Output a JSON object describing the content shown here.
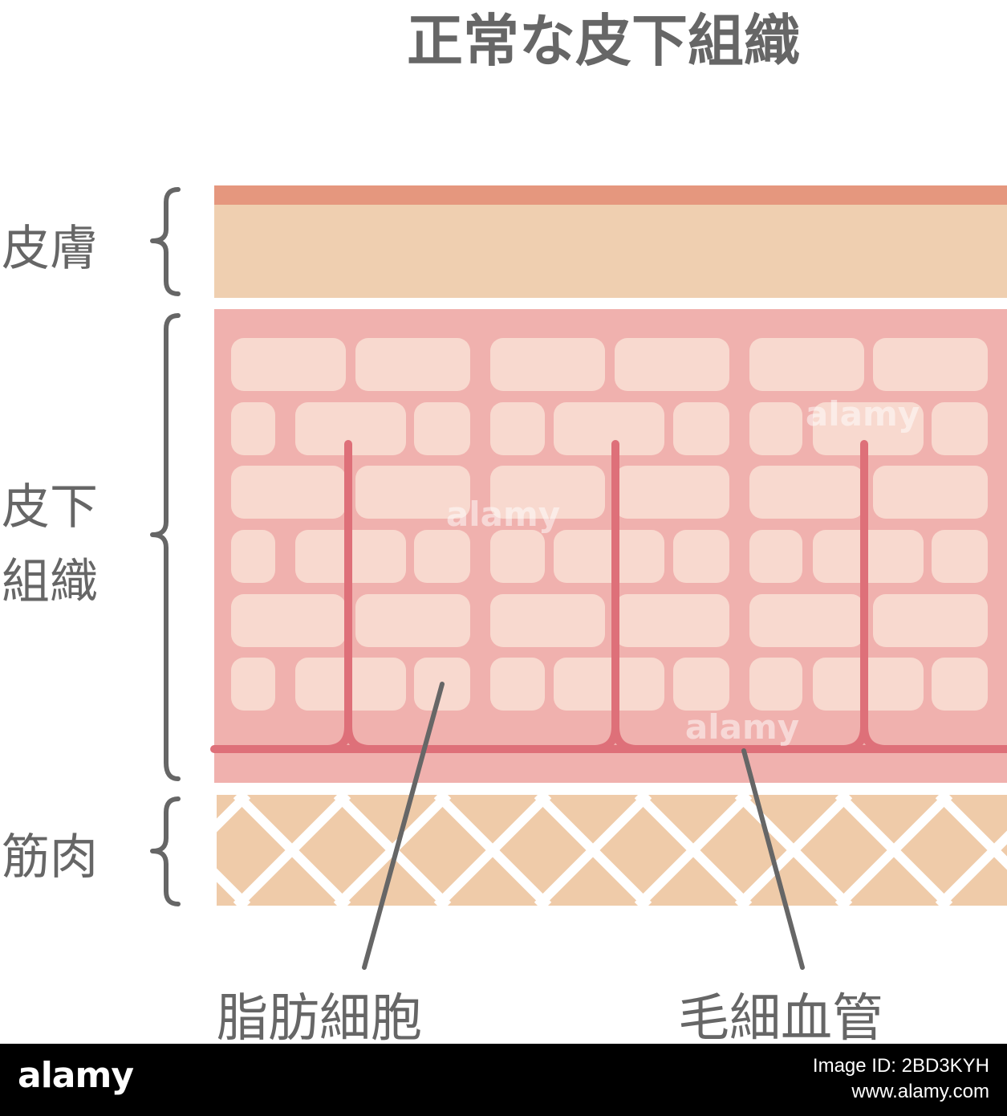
{
  "title": "正常な皮下組織",
  "layers": {
    "skin": "皮膚",
    "subcutaneous_line1": "皮下",
    "subcutaneous_line2": "組織",
    "muscle": "筋肉"
  },
  "callouts": {
    "fat_cells": "脂肪細胞",
    "capillaries": "毛細血管"
  },
  "colors": {
    "epidermis": "#e5977e",
    "dermis": "#efcfb0",
    "subcutaneous_bg": "#f0b1ae",
    "fat_cell": "#f8d9cf",
    "vessel": "#de7079",
    "muscle": "#efcba9",
    "text": "#666666"
  },
  "watermark": {
    "text": "alamy",
    "image_id": "Image ID: 2BD3KYH",
    "site": "www.alamy.com"
  }
}
